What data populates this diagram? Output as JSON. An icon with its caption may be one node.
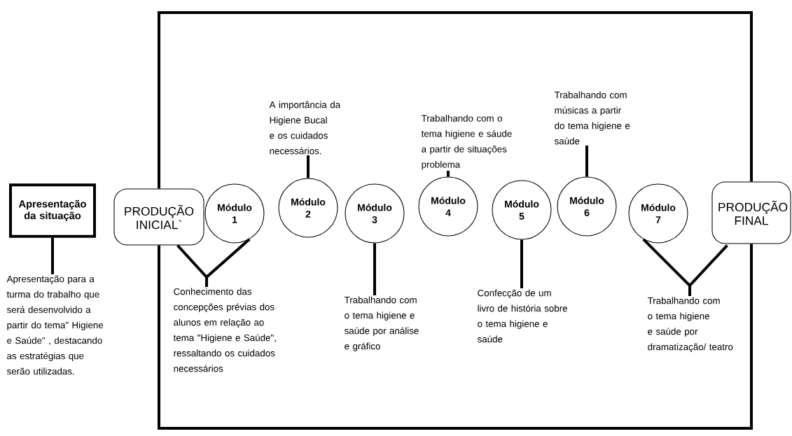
{
  "diagram": {
    "nodes": [
      {
        "text": [
          "Apresentação da situação"
        ]
      },
      {
        "text": [
          "PRODUÇÃO INICIAL`"
        ]
      },
      {
        "text": [
          "Módulo 1"
        ]
      },
      {
        "text": [
          "Módulo 2"
        ]
      },
      {
        "text": [
          "Módulo 3"
        ]
      },
      {
        "text": [
          "Módulo 4"
        ]
      },
      {
        "text": [
          "Módulo 5"
        ]
      },
      {
        "text": [
          "Módulo 6"
        ]
      },
      {
        "text": [
          "Módulo 7"
        ]
      },
      {
        "text": [
          "PRODUÇÃO FINAL"
        ]
      },
      {
        "text": [
          "Apresentação para a turma do trabalho que será desenvolvido a partir do tema\" Higiene e Saúde\" , destacando as estratégias que serão utilizadas."
        ]
      },
      {
        "text": [
          "Conhecimento das concepções prévias dos alunos em relação ao tema \"Higiene e Saúde\", ressaltando os cuidados necessários"
        ]
      },
      {
        "text": [
          "A importância da Higiene Bucal e os cuidados necessários."
        ]
      },
      {
        "text": [
          "Trabalhando com o tema higiene e saúde por análise e gráfico"
        ]
      },
      {
        "text": [
          "Trabalhando com o tema higiene e sáude a partir de situações problema"
        ]
      },
      {
        "text": [
          "Confecção de um livro de história sobre o tema higiene e saúde"
        ]
      },
      {
        "text": [
          "Trabalhando com músicas a partir do tema higiene e saúde"
        ]
      },
      {
        "text": [
          "Trabalhando com o tema higiene e saúde por dramatização/ teatro"
        ]
      }
    ],
    "edges": [
      {
        "from": 1,
        "to": 9,
        "arrow": "none"
      },
      {
        "from": 1,
        "to": 9,
        "arrow": "none"
      },
      {
        "from": 0,
        "to": 10,
        "arrow": "none"
      },
      {
        "from": 1,
        "to": 11,
        "arrow": "none"
      },
      {
        "from": 2,
        "to": 11,
        "arrow": "none"
      },
      {
        "from": 3,
        "to": 12,
        "arrow": "none"
      },
      {
        "from": 4,
        "to": 13,
        "arrow": "none"
      },
      {
        "from": 5,
        "to": 14,
        "arrow": "none"
      },
      {
        "from": 6,
        "to": 15,
        "arrow": "none"
      },
      {
        "from": 7,
        "to": 16,
        "arrow": "none"
      },
      {
        "from": 8,
        "to": 17,
        "arrow": "none"
      },
      {
        "from": 9,
        "to": 17,
        "arrow": "none"
      }
    ]
  }
}
